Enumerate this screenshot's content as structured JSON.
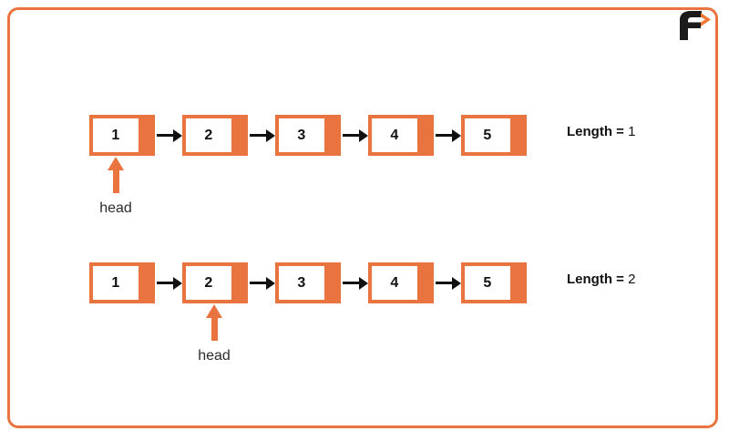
{
  "brand": {
    "logo_icon": "favtutor-f-arrow-logo"
  },
  "frame": {
    "accent_color": "#e9743f",
    "background_color": "#ffffff"
  },
  "diagram": {
    "title_present": false,
    "rows": [
      {
        "id": "row-1",
        "nodes": [
          {
            "value": "1"
          },
          {
            "value": "2"
          },
          {
            "value": "3"
          },
          {
            "value": "4"
          },
          {
            "value": "5"
          }
        ],
        "head": {
          "label": "head",
          "points_to_index": 0
        },
        "length": {
          "key": "Length =",
          "value": "1"
        }
      },
      {
        "id": "row-2",
        "nodes": [
          {
            "value": "1"
          },
          {
            "value": "2"
          },
          {
            "value": "3"
          },
          {
            "value": "4"
          },
          {
            "value": "5"
          }
        ],
        "head": {
          "label": "head",
          "points_to_index": 1
        },
        "length": {
          "key": "Length =",
          "value": "2"
        }
      }
    ]
  }
}
